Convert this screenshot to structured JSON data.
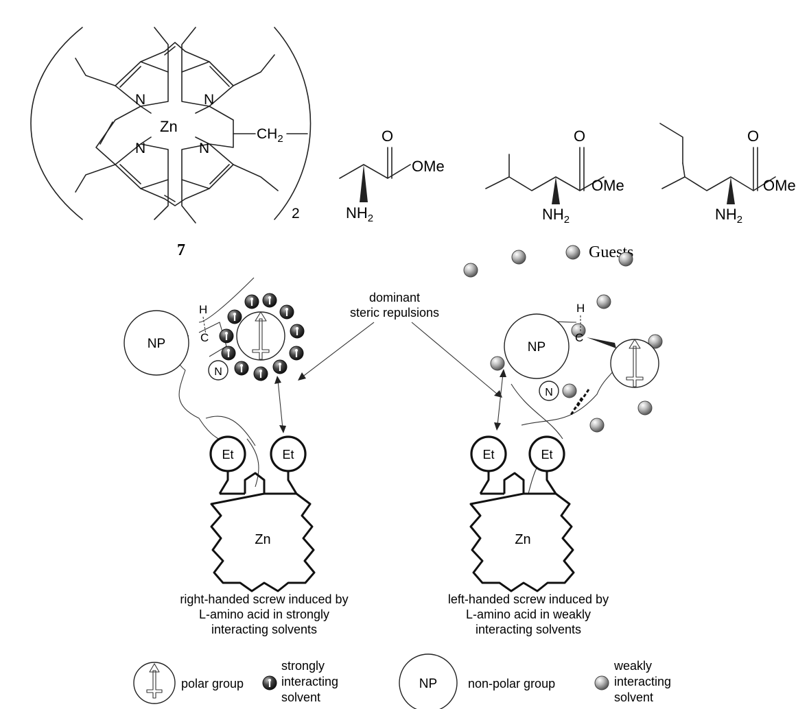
{
  "porphyrin": {
    "metal_label": "Zn",
    "n_label": "N",
    "ch2_label": "CH",
    "ch2_sub": "2",
    "repeat_subscript": "2",
    "compound_number": "7"
  },
  "guests": {
    "caption": "Guests",
    "carbonyl_label": "O",
    "ester_label": "OMe",
    "amine_label": "NH",
    "amine_sub": "2"
  },
  "mechanism": {
    "callout": [
      "dominant",
      "steric repulsions"
    ],
    "h_label": "H",
    "c_label": "C",
    "n_label": "N",
    "np_label": "NP",
    "et_label": "Et",
    "zn_label": "Zn",
    "left_caption": [
      "right-handed screw induced by",
      "L-amino acid in strongly",
      "interacting solvents"
    ],
    "right_caption": [
      "left-handed screw induced by",
      "L-amino acid in weakly",
      "interacting solvents"
    ]
  },
  "legend": {
    "polar_group": "polar group",
    "strong_solvent": [
      "strongly",
      "interacting",
      "solvent"
    ],
    "np_label": "NP",
    "nonpolar_group": "non-polar group",
    "weak_solvent": [
      "weakly",
      "interacting",
      "solvent"
    ]
  },
  "colors": {
    "strong_solvent": "#333333",
    "weak_solvent": "#9a9a9a",
    "line": "#222222"
  }
}
